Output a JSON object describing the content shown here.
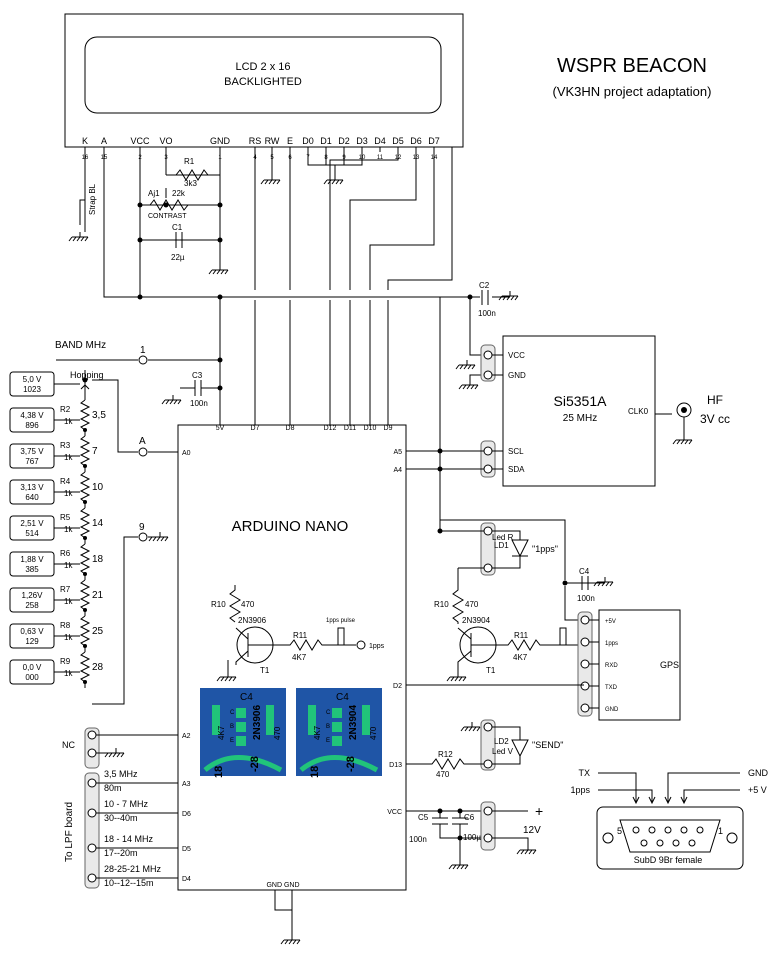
{
  "title": "WSPR BEACON",
  "subtitle": "(VK3HN project adaptation)",
  "lcd": {
    "label1": "LCD 2 x 16",
    "label2": "BACKLIGHTED",
    "strap": "Strap BL",
    "pins": [
      {
        "name": "K",
        "num": "16"
      },
      {
        "name": "A",
        "num": "15"
      },
      {
        "name": "VCC",
        "num": "2"
      },
      {
        "name": "VO",
        "num": "3"
      },
      {
        "name": "GND",
        "num": "1"
      },
      {
        "name": "RS",
        "num": "4"
      },
      {
        "name": "RW",
        "num": "5"
      },
      {
        "name": "E",
        "num": "6"
      },
      {
        "name": "D0",
        "num": "7"
      },
      {
        "name": "D1",
        "num": "8"
      },
      {
        "name": "D2",
        "num": "9"
      },
      {
        "name": "D3",
        "num": "10"
      },
      {
        "name": "D4",
        "num": "11"
      },
      {
        "name": "D5",
        "num": "12"
      },
      {
        "name": "D6",
        "num": "13"
      },
      {
        "name": "D7",
        "num": "14"
      }
    ]
  },
  "parts": {
    "r1": "R1",
    "r1_val": "3k3",
    "aj1": "Aj1",
    "aj1_val": "22k",
    "contrast": "CONTRAST",
    "c1": "C1",
    "c1_val": "22µ",
    "c2": "C2",
    "c2_val": "100n",
    "c3": "C3",
    "c3_val": "100n",
    "c4": "C4",
    "c4_val": "100n",
    "c5": "C5",
    "c5_val": "100n",
    "c6": "C6",
    "c6_val": "100µ",
    "r10": "R10",
    "r10_val": "470",
    "r11": "R11",
    "r11_val": "4K7",
    "r12": "R12",
    "r12_val": "470",
    "t1": "T1",
    "t1_left": "2N3906",
    "t1_right": "2N3904",
    "pps": "1pps",
    "pps_pulse": "1pps pulse"
  },
  "band": {
    "title": "BAND MHz",
    "hopping": "Hopping",
    "node1": "1",
    "nodeA": "A",
    "node9": "9",
    "resistors": [
      {
        "label": "R2",
        "val": "1k",
        "band": "3,5"
      },
      {
        "label": "R3",
        "val": "1k",
        "band": "7"
      },
      {
        "label": "R4",
        "val": "1k",
        "band": "10"
      },
      {
        "label": "R5",
        "val": "1k",
        "band": "14"
      },
      {
        "label": "R6",
        "val": "1k",
        "band": "18"
      },
      {
        "label": "R7",
        "val": "1k",
        "band": "21"
      },
      {
        "label": "R8",
        "val": "1k",
        "band": "25"
      },
      {
        "label": "R9",
        "val": "1k",
        "band": "28"
      }
    ],
    "voltages": [
      {
        "v": "5,0 V",
        "adc": "1023"
      },
      {
        "v": "4,38 V",
        "adc": "896"
      },
      {
        "v": "3,75 V",
        "adc": "767"
      },
      {
        "v": "3,13 V",
        "adc": "640"
      },
      {
        "v": "2,51 V",
        "adc": "514"
      },
      {
        "v": "1,88 V",
        "adc": "385"
      },
      {
        "v": "1,26V",
        "adc": "258"
      },
      {
        "v": "0,63 V",
        "adc": "129"
      },
      {
        "v": "0,0 V",
        "adc": "000"
      }
    ]
  },
  "arduino": {
    "label": "ARDUINO NANO",
    "top_pins": [
      "5V",
      "D7",
      "D8",
      "D12",
      "D11",
      "D10",
      "D9"
    ],
    "left_pins": [
      "A0",
      "A2",
      "A3",
      "D6",
      "D5",
      "D4"
    ],
    "right_pins": [
      "A5",
      "A4",
      "D2",
      "D13",
      "VCC"
    ],
    "bottom": "GND GND"
  },
  "si5351": {
    "label": "Si5351A",
    "freq": "25 MHz",
    "clk0": "CLK0",
    "vcc": "VCC",
    "gnd": "GND",
    "scl": "SCL",
    "sda": "SDA",
    "hf": "HF",
    "hf_val": "3V cc"
  },
  "leds": {
    "ld1": "LD1",
    "ld1_color": "Led R",
    "ld1_note": "\"1pps\"",
    "ld2": "LD2",
    "ld2_color": "Led V",
    "ld2_note": "\"SEND\""
  },
  "gps": {
    "label": "GPS",
    "pins": [
      "+5V",
      "1pps",
      "RXD",
      "TXD",
      "GND"
    ]
  },
  "power": {
    "plus": "+",
    "v12": "12V"
  },
  "a2": {
    "nc": "NC"
  },
  "lpf": {
    "label": "To LPF board",
    "bands": [
      {
        "l1": "3,5 MHz",
        "l2": "80m"
      },
      {
        "l1": "10 - 7 MHz",
        "l2": "30--40m"
      },
      {
        "l1": "18 - 14 MHz",
        "l2": "17--20m"
      },
      {
        "l1": "28-25-21 MHz",
        "l2": "10--12--15m"
      }
    ]
  },
  "db9": {
    "label": "SubD 9Br female",
    "pin5": "5",
    "pin1": "1",
    "signals": [
      "TX",
      "1pps",
      "GND",
      "+5 V"
    ]
  },
  "pcb": {
    "left_cap": "C4",
    "left_ref": "2N3906",
    "left_r1": "4K7",
    "left_r2": "470",
    "left_num": "-28",
    "left_num2": "18",
    "right_cap": "C4",
    "right_ref": "2N3904",
    "right_r1": "4K7",
    "right_r2": "470",
    "right_num": "-28",
    "right_num2": "18",
    "pin_c": "C",
    "pin_b": "B",
    "pin_e": "E"
  }
}
